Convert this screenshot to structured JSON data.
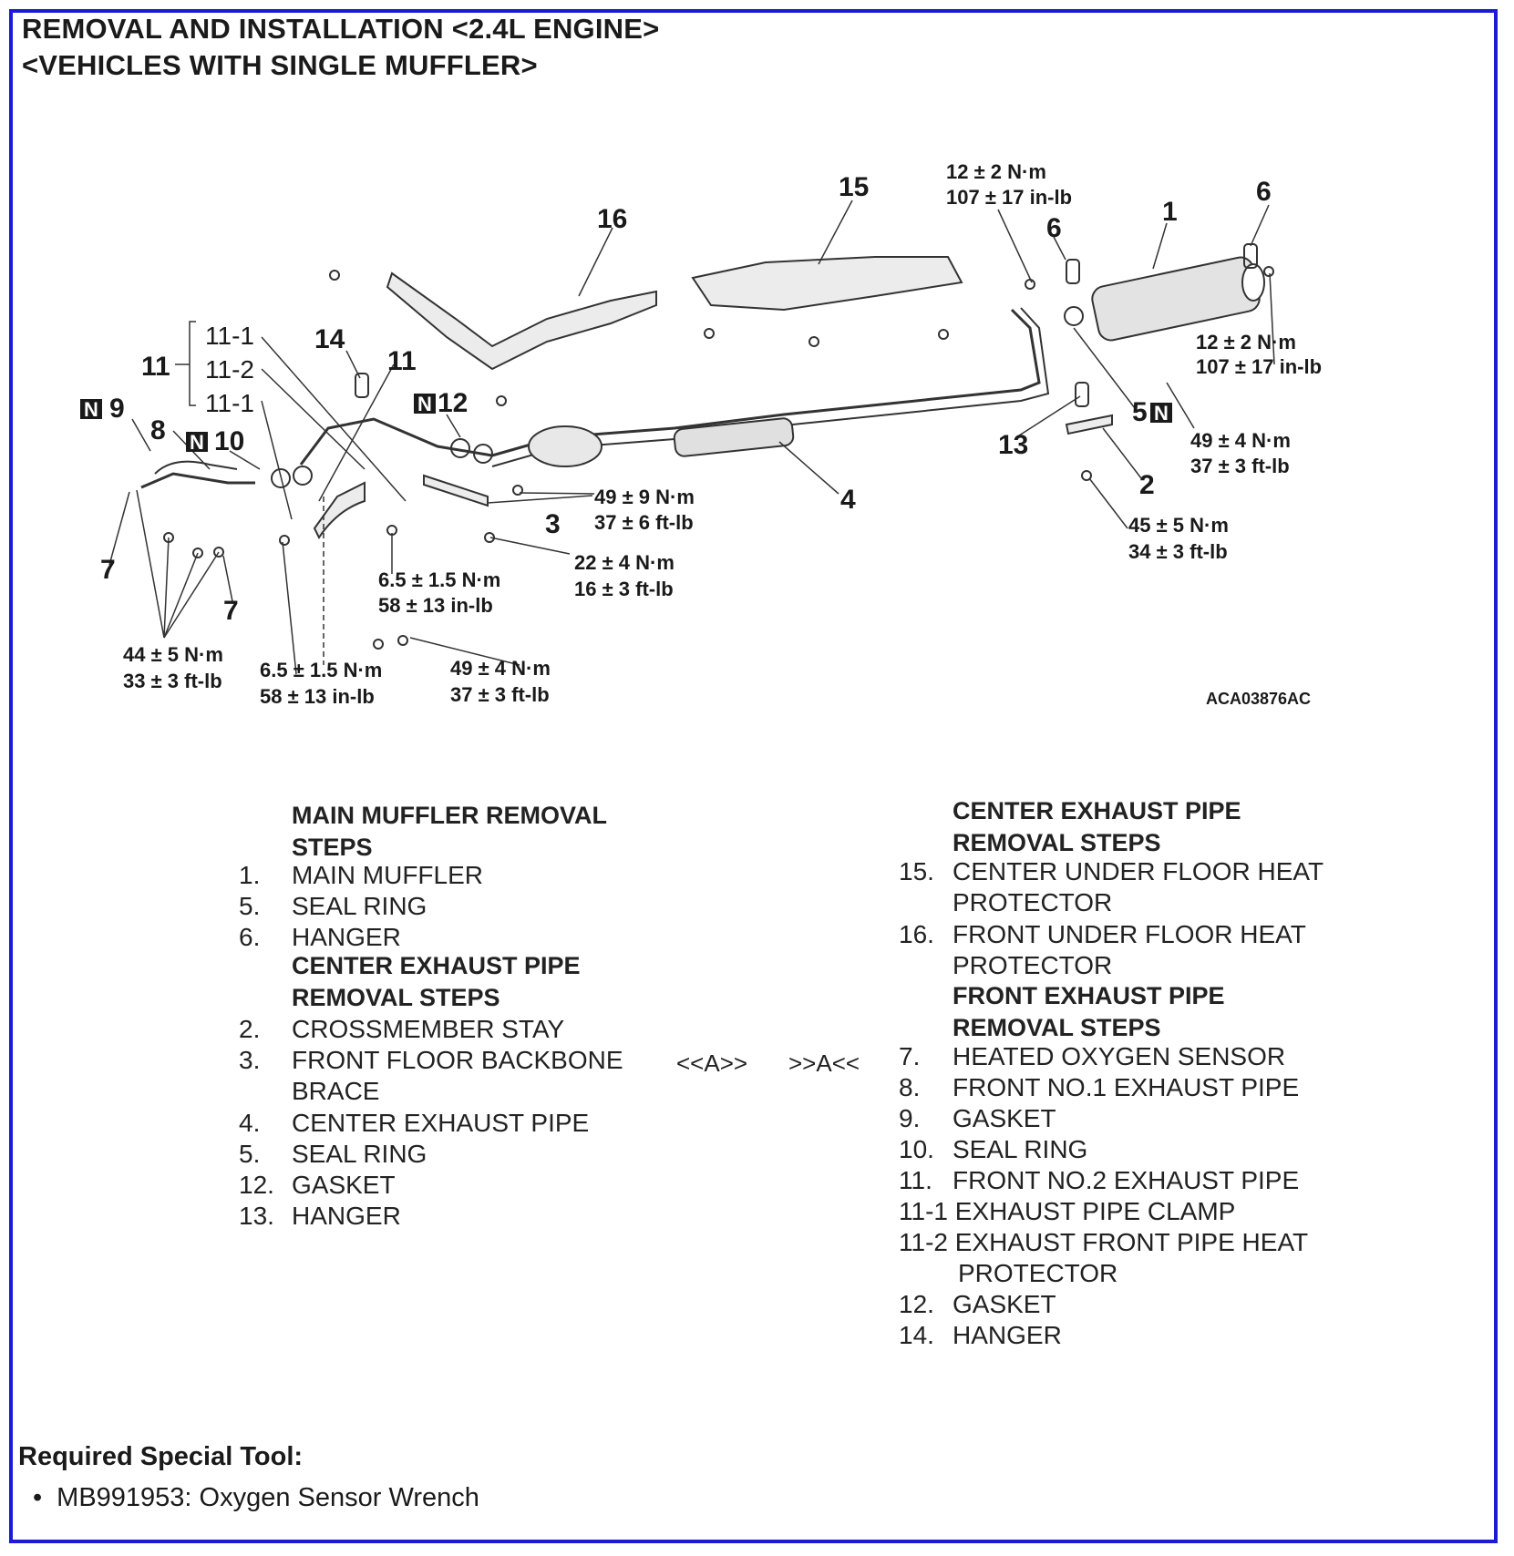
{
  "title_line1": "REMOVAL AND INSTALLATION <2.4L ENGINE>",
  "title_line2": "<VEHICLES WITH SINGLE MUFFLER>",
  "diagram": {
    "figure_code": "ACA03876AC",
    "callouts": {
      "c1": "1",
      "c2": "2",
      "c3": "3",
      "c4": "4",
      "c5": "5",
      "c6a": "6",
      "c6b": "6",
      "c7a": "7",
      "c7b": "7",
      "c8": "8",
      "c9": "9",
      "c10": "10",
      "c11a": "11",
      "c11b": "11",
      "c11_1a": "11-1",
      "c11_2": "11-2",
      "c11_1b": "11-1",
      "c12": "12",
      "c13": "13",
      "c14": "14",
      "c15": "15",
      "c16": "16",
      "n_mark": "N"
    },
    "torques": {
      "t1_nm": "12 ± 2 N·m",
      "t1_lb": "107 ± 17 in-lb",
      "t2_nm": "12 ± 2 N·m",
      "t2_lb": "107 ± 17 in-lb",
      "t3_nm": "49 ± 4 N·m",
      "t3_lb": "37 ± 3 ft-lb",
      "t4_nm": "45 ± 5 N·m",
      "t4_lb": "34 ± 3 ft-lb",
      "t5_nm": "49 ± 9 N·m",
      "t5_lb": "37 ± 6 ft-lb",
      "t6_nm": "22 ± 4 N·m",
      "t6_lb": "16 ± 3 ft-lb",
      "t7_nm": "6.5 ± 1.5 N·m",
      "t7_lb": "58 ± 13 in-lb",
      "t8_nm": "44 ± 5 N·m",
      "t8_lb": "33 ± 3 ft-lb",
      "t9_nm": "6.5 ± 1.5 N·m",
      "t9_lb": "58 ± 13 in-lb",
      "t10_nm": "49 ± 4 N·m",
      "t10_lb": "37 ± 3 ft-lb"
    }
  },
  "left_col": {
    "main_muffler_heading_1": "MAIN MUFFLER REMOVAL",
    "main_muffler_heading_2": "STEPS",
    "steps_a": [
      {
        "num": "1.",
        "label": "MAIN MUFFLER"
      },
      {
        "num": "5.",
        "label": "SEAL RING"
      },
      {
        "num": "6.",
        "label": "HANGER"
      }
    ],
    "center_heading_1": "CENTER EXHAUST PIPE",
    "center_heading_2": "REMOVAL STEPS",
    "steps_b": [
      {
        "num": "2.",
        "label": "CROSSMEMBER STAY"
      },
      {
        "num": "3.",
        "label": "FRONT FLOOR BACKBONE"
      },
      {
        "num": "",
        "label": "BRACE"
      },
      {
        "num": "4.",
        "label": "CENTER EXHAUST PIPE"
      },
      {
        "num": "5.",
        "label": "SEAL RING"
      },
      {
        "num": "12.",
        "label": "GASKET"
      },
      {
        "num": "13.",
        "label": "HANGER"
      }
    ]
  },
  "refs": {
    "ref_left": "<<A>>",
    "ref_right": ">>A<<"
  },
  "right_col": {
    "center_heading_1": "CENTER EXHAUST PIPE",
    "center_heading_2": "REMOVAL STEPS",
    "steps_a": [
      {
        "num": "15.",
        "label": "CENTER UNDER FLOOR HEAT"
      },
      {
        "num": "",
        "label": "PROTECTOR"
      },
      {
        "num": "16.",
        "label": "FRONT UNDER FLOOR HEAT"
      },
      {
        "num": "",
        "label": "PROTECTOR"
      }
    ],
    "front_heading_1": "FRONT EXHAUST PIPE",
    "front_heading_2": "REMOVAL STEPS",
    "steps_b": [
      {
        "num": "7.",
        "label": "HEATED OXYGEN SENSOR"
      },
      {
        "num": "8.",
        "label": "FRONT NO.1 EXHAUST PIPE"
      },
      {
        "num": "9.",
        "label": "GASKET"
      },
      {
        "num": "10.",
        "label": "SEAL RING"
      },
      {
        "num": "11.",
        "label": "FRONT NO.2 EXHAUST PIPE"
      }
    ],
    "sub_11_1": "11-1 EXHAUST PIPE CLAMP",
    "sub_11_2a": "11-2 EXHAUST FRONT PIPE HEAT",
    "sub_11_2b": "PROTECTOR",
    "steps_c": [
      {
        "num": "12.",
        "label": "GASKET"
      },
      {
        "num": "14.",
        "label": "HANGER"
      }
    ]
  },
  "tools": {
    "heading": "Required Special Tool:",
    "item": "MB991953: Oxygen Sensor Wrench"
  }
}
